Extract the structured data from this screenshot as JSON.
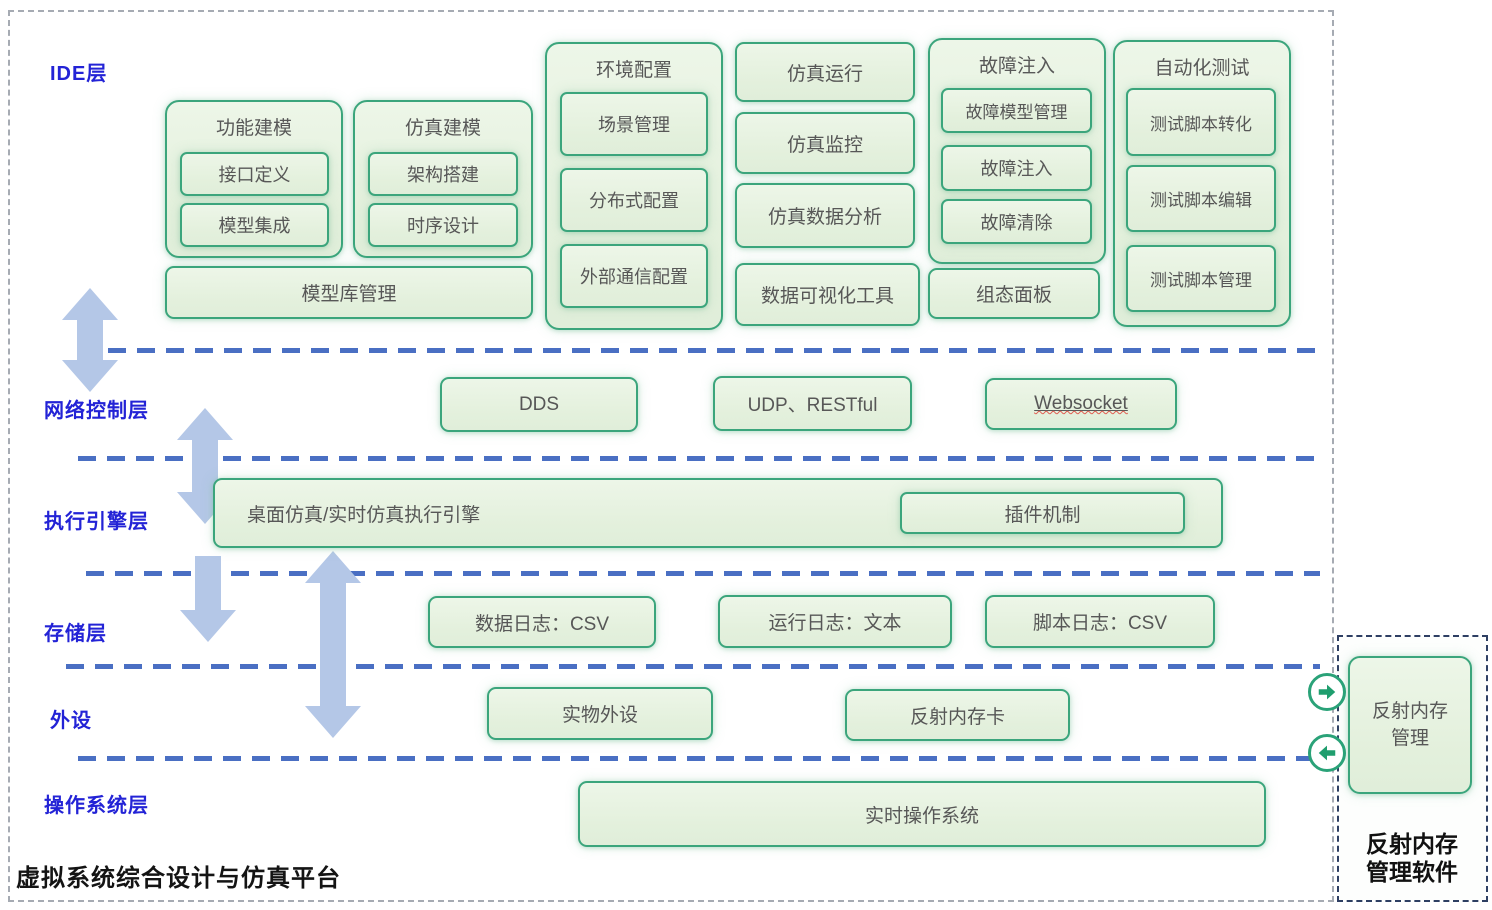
{
  "colors": {
    "box_border_green": "#3ba57c",
    "box_fill_green": "#e6f1df",
    "layer_label_blue": "#2323d6",
    "divider_blue": "#4a6fc3",
    "arrow_blue": "#b4c7e7",
    "connector_green": "#2aa278"
  },
  "ide": {
    "label": "IDE层",
    "func_group": {
      "title": "功能建模",
      "items": [
        "接口定义",
        "模型集成"
      ]
    },
    "sim_group": {
      "title": "仿真建模",
      "items": [
        "架构搭建",
        "时序设计"
      ]
    },
    "model_lib": "模型库管理",
    "env_group": {
      "title": "环境配置",
      "items": [
        "场景管理",
        "分布式配置",
        "外部通信配置"
      ]
    },
    "run_boxes": [
      "仿真运行",
      "仿真监控",
      "仿真数据分析",
      "数据可视化工具"
    ],
    "fault_group": {
      "title": "故障注入",
      "items": [
        "故障模型管理",
        "故障注入",
        "故障清除"
      ]
    },
    "scada_panel": "组态面板",
    "autotest_group": {
      "title": "自动化测试",
      "items": [
        "测试脚本转化",
        "测试脚本编辑",
        "测试脚本管理"
      ]
    }
  },
  "network": {
    "label": "网络控制层",
    "boxes": [
      "DDS",
      "UDP、RESTful",
      "Websocket"
    ]
  },
  "engine": {
    "label": "执行引擎层",
    "main": "桌面仿真/实时仿真执行引擎",
    "plugin": "插件机制"
  },
  "storage": {
    "label": "存储层",
    "boxes": [
      "数据日志：CSV",
      "运行日志：文本",
      "脚本日志：CSV"
    ]
  },
  "peripheral": {
    "label": "外设",
    "boxes": [
      "实物外设",
      "反射内存卡"
    ]
  },
  "os": {
    "label": "操作系统层",
    "box": "实时操作系统"
  },
  "platform_title": "虚拟系统综合设计与仿真平台",
  "right_panel": {
    "box": "反射内存\n管理",
    "title": "反射内存\n管理软件"
  },
  "icons": {
    "to_panel": "arrow-right-icon",
    "from_panel": "arrow-left-icon"
  }
}
